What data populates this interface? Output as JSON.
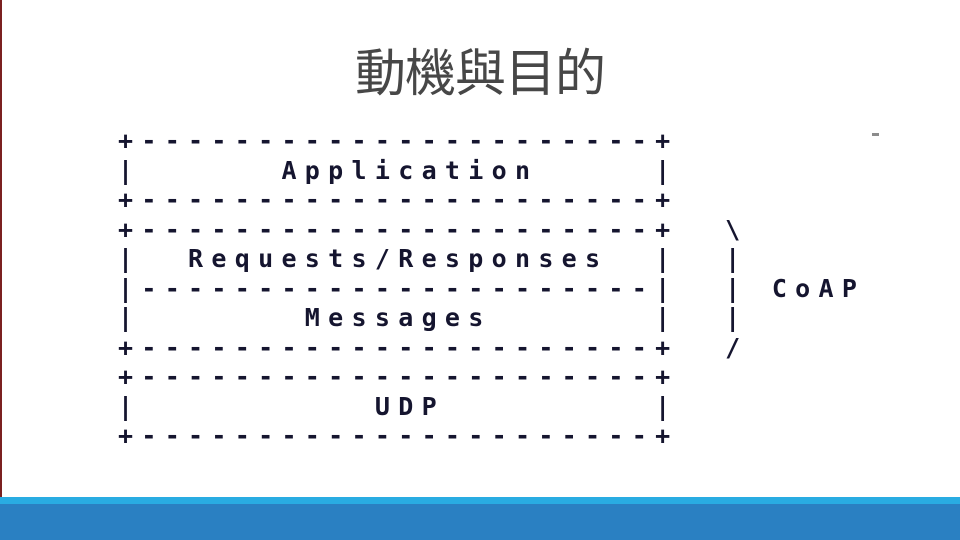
{
  "slide": {
    "title": "動機與目的",
    "diagram": {
      "type": "ascii-protocol-stack",
      "ascii_lines": [
        "+----------------------+",
        "|      Application     |",
        "+----------------------+",
        "+----------------------+  \\",
        "|  Requests/Responses  |  |",
        "|----------------------|  | CoAP",
        "|       Messages       |  |",
        "+----------------------+  /",
        "+----------------------+",
        "|          UDP         |",
        "+----------------------+"
      ],
      "layers": [
        "Application",
        "Requests/Responses",
        "Messages",
        "UDP"
      ],
      "brace_label": "CoAP",
      "brace_scope_layers": [
        "Requests/Responses",
        "Messages"
      ]
    },
    "colors": {
      "footer_accent_cyan": "#29ace2",
      "footer_blue": "#2a80c2",
      "left_line_red": "#7b2020",
      "ascii_ink": "#15152f",
      "title_ink": "#474747"
    }
  }
}
